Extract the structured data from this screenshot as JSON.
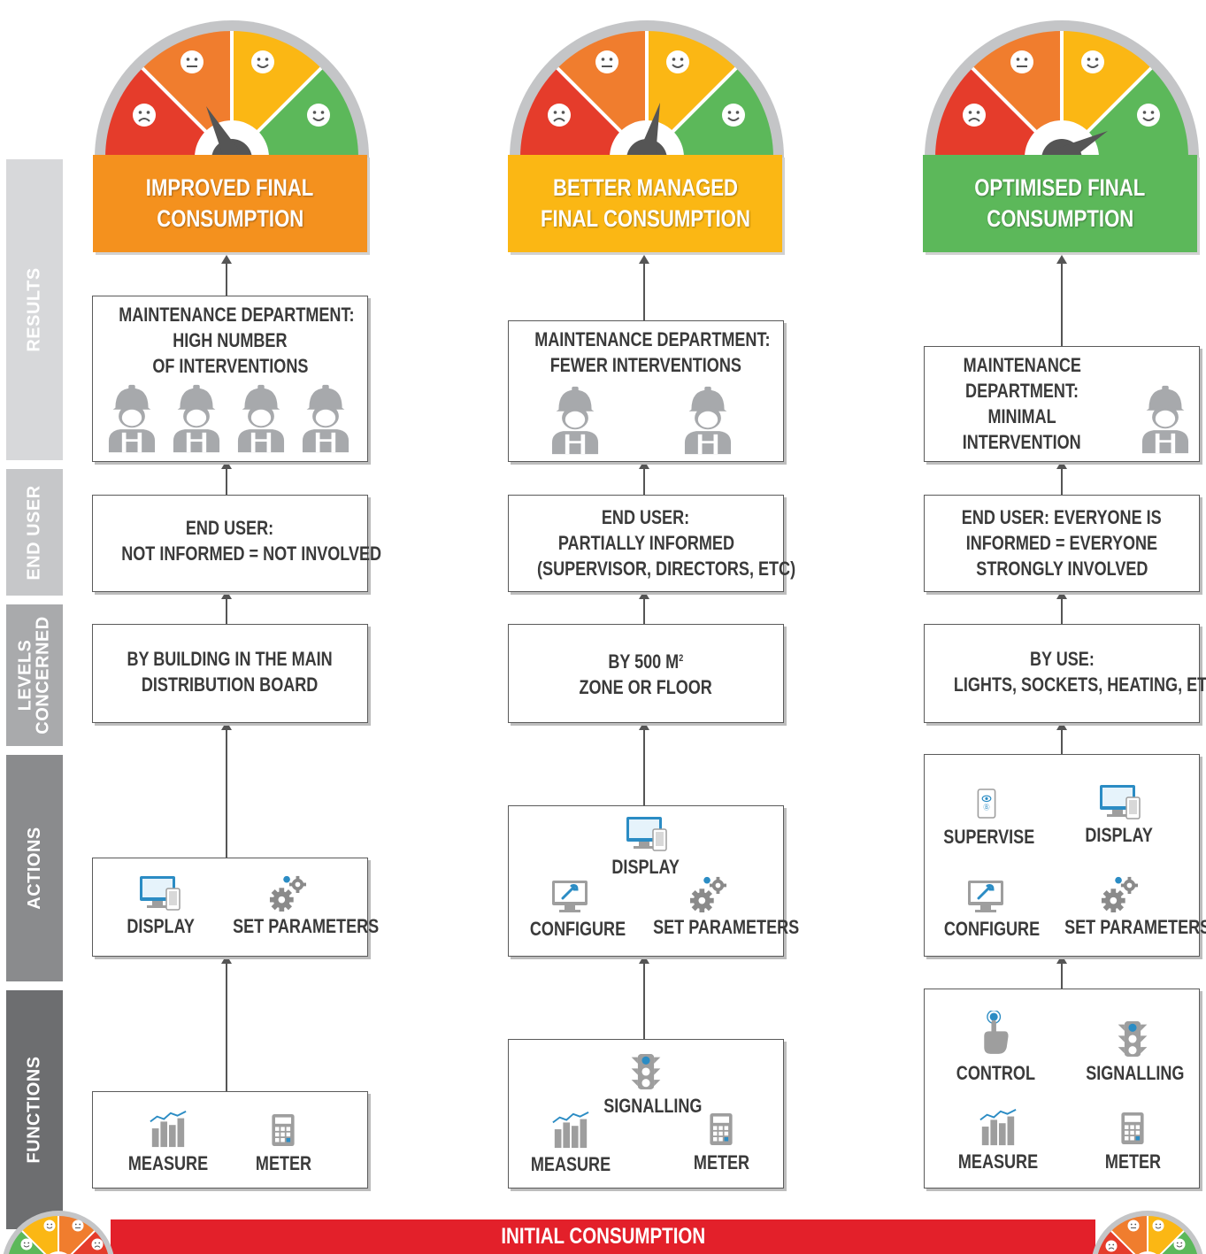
{
  "row_labels": {
    "results": "RESULTS",
    "end_user": "END USER",
    "levels_1": "LEVELS",
    "levels_2": "CONCERNED",
    "actions": "ACTIONS",
    "functions": "FUNCTIONS"
  },
  "columns": [
    {
      "title_1": "IMPROVED FINAL",
      "title_2": "CONSUMPTION",
      "title_color": "#f4911e",
      "gauge_needle": "orange",
      "maintenance": [
        "MAINTENANCE DEPARTMENT:",
        "HIGH NUMBER",
        "OF INTERVENTIONS"
      ],
      "end_user": [
        "END USER:",
        "NOT INFORMED = NOT INVOLVED"
      ],
      "levels": [
        "BY BUILDING IN THE MAIN",
        "DISTRIBUTION BOARD"
      ],
      "actions": [
        "DISPLAY",
        "SET PARAMETERS"
      ],
      "functions": [
        "MEASURE",
        "METER"
      ]
    },
    {
      "title_1": "BETTER MANAGED",
      "title_2": "FINAL CONSUMPTION",
      "title_color": "#fbb714",
      "gauge_needle": "yellow",
      "maintenance": [
        "MAINTENANCE DEPARTMENT:",
        "FEWER INTERVENTIONS"
      ],
      "end_user": [
        "END USER:",
        "PARTIALLY INFORMED",
        "(SUPERVISOR, DIRECTORS, ETC)"
      ],
      "levels": [
        "BY 500 M",
        "2",
        "ZONE OR FLOOR"
      ],
      "actions": [
        "DISPLAY",
        "CONFIGURE",
        "SET PARAMETERS"
      ],
      "functions": [
        "SIGNALLING",
        "MEASURE",
        "METER"
      ]
    },
    {
      "title_1": "OPTIMISED FINAL",
      "title_2": "CONSUMPTION",
      "title_color": "#5cb85a",
      "gauge_needle": "green",
      "maintenance": [
        "MAINTENANCE",
        "DEPARTMENT:",
        "MINIMAL",
        "INTERVENTION"
      ],
      "end_user": [
        "END USER: EVERYONE IS",
        "INFORMED = EVERYONE",
        "STRONGLY INVOLVED"
      ],
      "levels": [
        "BY USE:",
        "LIGHTS, SOCKETS, HEATING, ETC"
      ],
      "actions": [
        "SUPERVISE",
        "DISPLAY",
        "CONFIGURE",
        "SET PARAMETERS"
      ],
      "functions": [
        "CONTROL",
        "SIGNALLING",
        "MEASURE",
        "METER"
      ]
    }
  ],
  "bottom_bar": "INITIAL CONSUMPTION",
  "colors": {
    "red": "#e53c2b",
    "orange": "#f07d2e",
    "yellow": "#fbb714",
    "green": "#5cb85a",
    "bar_red": "#e3202a"
  }
}
